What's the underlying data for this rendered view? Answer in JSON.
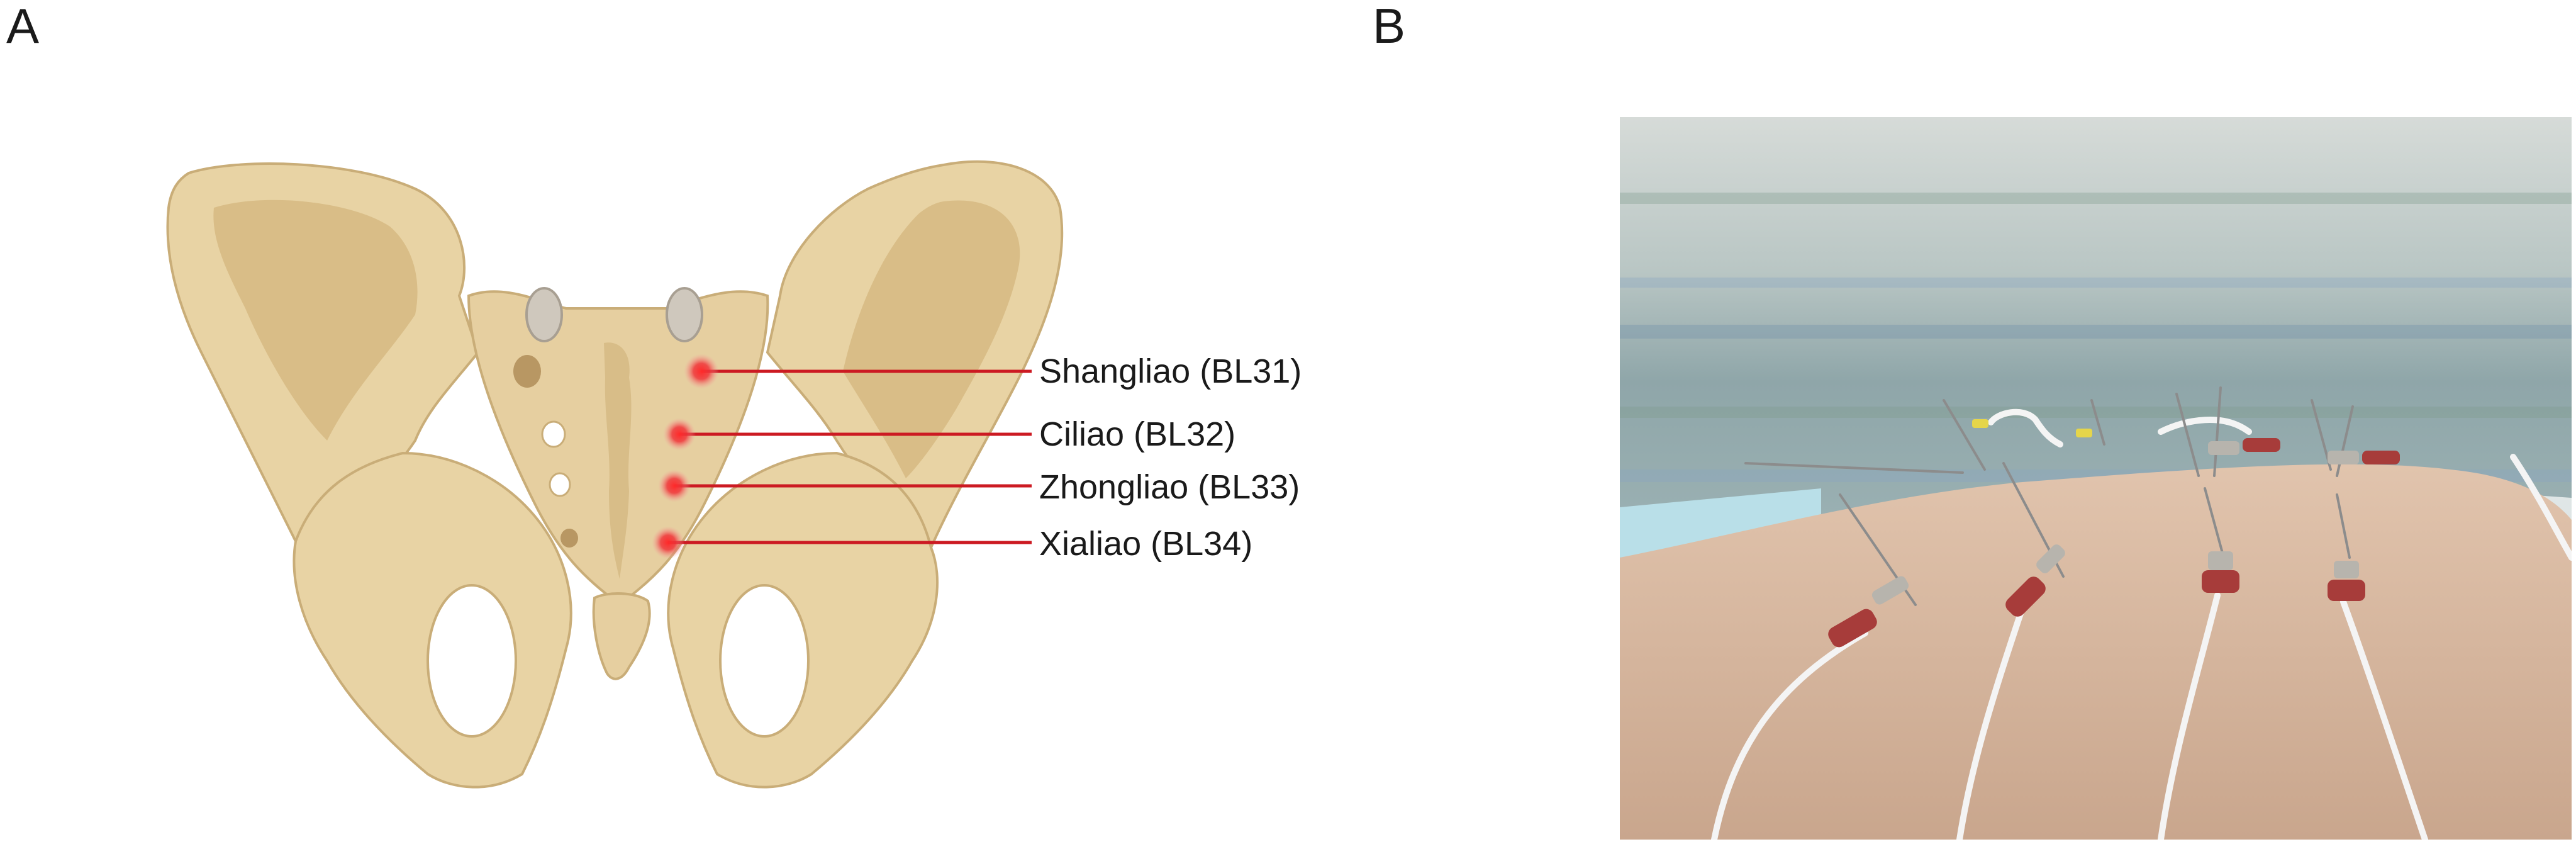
{
  "panels": {
    "a": {
      "letter": "A"
    },
    "b": {
      "letter": "B"
    }
  },
  "acupoints": [
    {
      "label": "Shangliao (BL31)"
    },
    {
      "label": "Ciliao (BL32)"
    },
    {
      "label": "Zhongliao (BL33)"
    },
    {
      "label": "Xialiao (BL34)"
    }
  ],
  "colors": {
    "bone": "#e8d3a4",
    "bone_shadow": "#c9ad78",
    "bone_dark": "#b08f58",
    "acupoint_red": "#e0202a",
    "leader_line": "#cc1a22",
    "label_text": "#1a1a1a",
    "wall": "#9fb4b4",
    "skin": "#d9b9a1",
    "wire": "#f4f4f4",
    "clip_red": "#a73c3a"
  }
}
